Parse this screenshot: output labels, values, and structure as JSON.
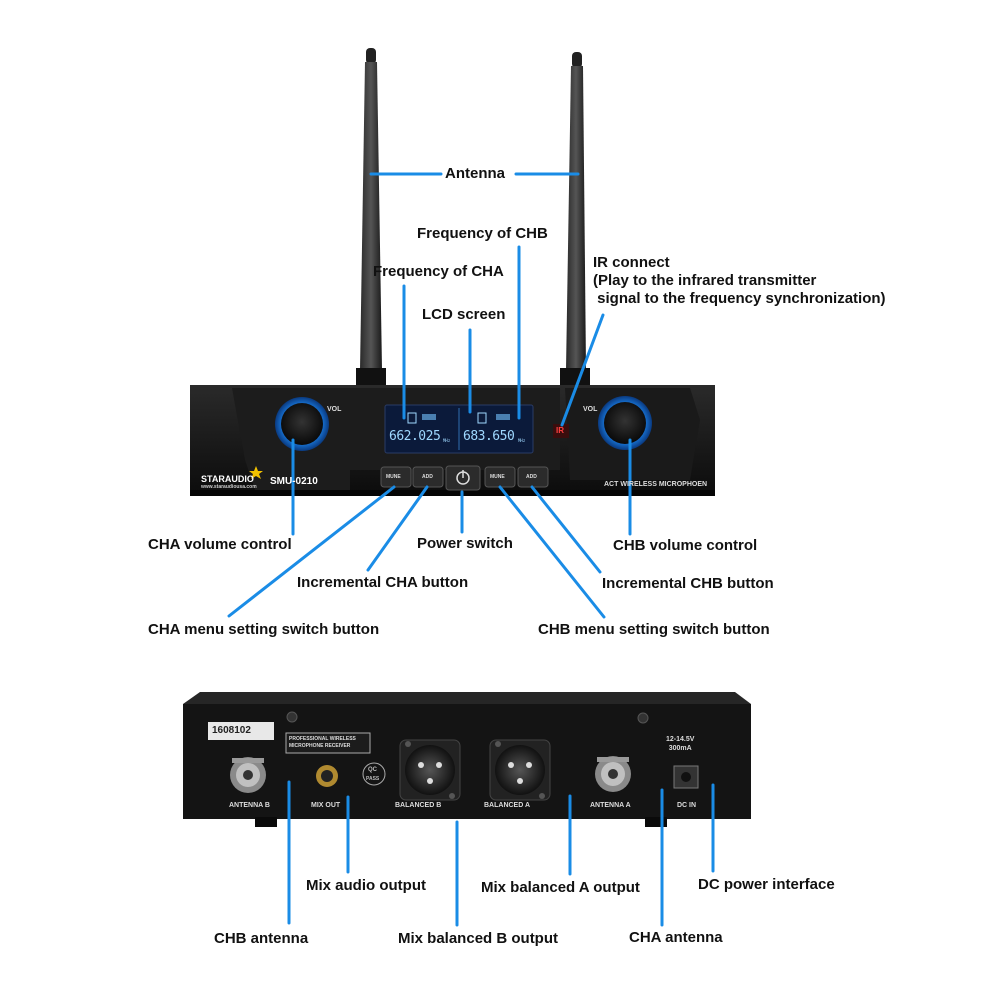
{
  "colors": {
    "callout": "#1a8ce6",
    "panel": "#141414",
    "lcd": "#0b1a3a",
    "lcd_text": "#9fd8ff",
    "knob_glow": "#1e90ff"
  },
  "labels": {
    "antenna": "Antenna",
    "freq_chb": "Frequency of CHB",
    "freq_cha": "Frequency of CHA",
    "lcd_screen": "LCD screen",
    "ir_connect": "IR connect\n(Play to the infrared transmitter\n signal to the frequency synchronization)",
    "cha_volume": "CHA volume control",
    "power_switch": "Power switch",
    "chb_volume": "CHB volume control",
    "incremental_cha": "Incremental CHA button",
    "incremental_chb": "Incremental CHB button",
    "cha_menu": "CHA menu setting switch button",
    "chb_menu": "CHB menu setting switch button",
    "mix_audio": "Mix audio output",
    "mix_bal_a": "Mix balanced A output",
    "dc_power": "DC power interface",
    "chb_antenna": "CHB antenna",
    "mix_bal_b": "Mix balanced B output",
    "cha_antenna": "CHA antenna"
  },
  "front": {
    "brand": "STARAUDIO",
    "website": "www.staraudiousa.com",
    "model": "SMU-0210",
    "product": "ACT WIRELESS MICROPHOEN",
    "vol": "VOL",
    "ir": "IR",
    "freq_a": "662.025",
    "freq_b": "683.650",
    "unit": "MHz",
    "btn_mune_a": "MUNE",
    "btn_add_a": "ADD",
    "btn_mune_b": "MUNE",
    "btn_add_b": "ADD"
  },
  "rear": {
    "serial": "1608102",
    "plate": "PROFESSIONAL WIRELESS\nMICROPHONE RECEIVER",
    "qc": "QC",
    "pass": "PASS",
    "power_rating": "12-14.5V\n300mA",
    "jack_antenna_b": "ANTENNA B",
    "jack_mix_out": "MIX OUT",
    "jack_balanced_b": "BALANCED B",
    "jack_balanced_a": "BALANCED A",
    "jack_antenna_a": "ANTENNA A",
    "jack_dc_in": "DC IN"
  }
}
